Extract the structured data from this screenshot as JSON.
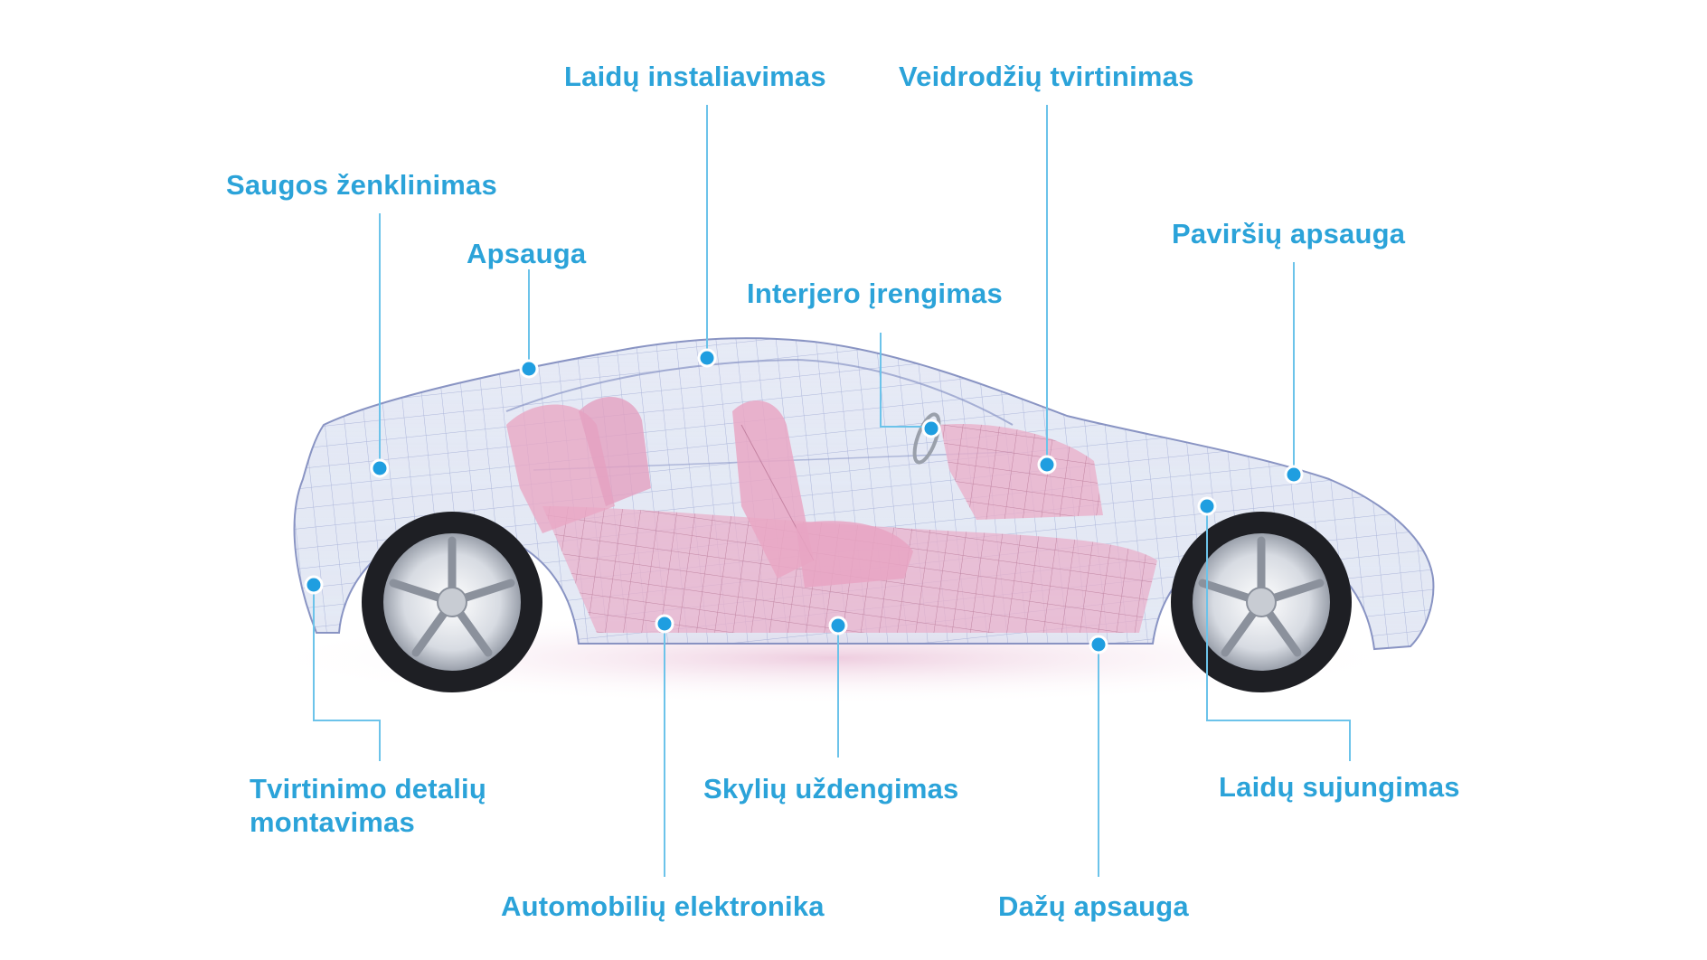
{
  "labels": {
    "laidu_instaliavimas": "Laidų instaliavimas",
    "veidrodziu_tvirtinimas": "Veidrodžių tvirtinimas",
    "saugos_zenklinimas": "Saugos ženklinimas",
    "apsauga": "Apsauga",
    "interjero_irengimas": "Interjero įrengimas",
    "pavirsiu_apsauga": "Paviršių apsauga",
    "tvirtinimo_detaliu_line1": "Tvirtinimo detalių",
    "tvirtinimo_detaliu_line2": "montavimas",
    "skyliu_uzdengimas": "Skylių uždengimas",
    "laidu_sujungimas": "Laidų sujungimas",
    "automobiliu_elektronika": "Automobilių elektronika",
    "dazu_apsauga": "Dažų apsauga"
  },
  "colors": {
    "accent": "#2ba3d9",
    "dot": "#1f9ee0",
    "leader": "#6cc3ea",
    "body_wire": "#6f7fb8",
    "interior": "#e9a7c4",
    "tire": "#1e1f24",
    "rim": "#d9dde3"
  }
}
